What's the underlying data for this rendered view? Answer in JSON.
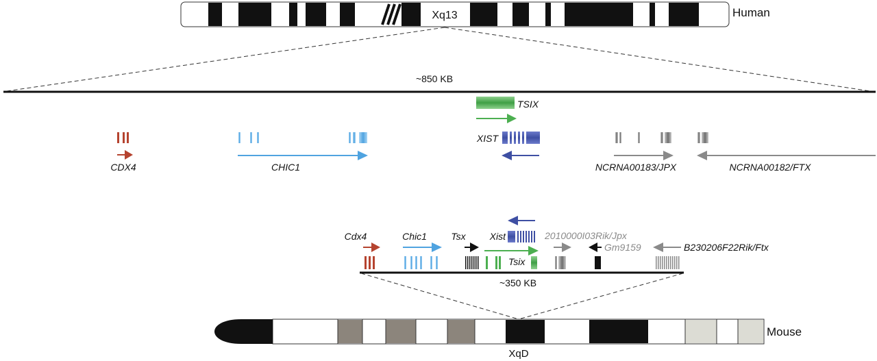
{
  "human": {
    "species_label": "Human",
    "band_label": "Xq13",
    "region_size": "~850 KB",
    "genes": {
      "tsix": "TSIX",
      "xist": "XIST",
      "cdx4": "CDX4",
      "chic1": "CHIC1",
      "jpx": "NCRNA00183/JPX",
      "ftx": "NCRNA00182/FTX"
    }
  },
  "mouse": {
    "species_label": "Mouse",
    "band_label": "XqD",
    "region_size": "~350 KB",
    "genes": {
      "cdx4": "Cdx4",
      "chic1": "Chic1",
      "tsx": "Tsx",
      "xist": "Xist",
      "tsix": "Tsix",
      "jpx": "2010000I03Rik/Jpx",
      "gm9159": "Gm9159",
      "ftx": "B230206F22Rik/Ftx"
    }
  },
  "colors": {
    "cdx4": "#b5432f",
    "chic1": "#4fa3e0",
    "tsix": "#4caf50",
    "xist": "#3e4fa3",
    "gray_gene": "#8a8a8a",
    "tsx": "#111111",
    "band_black": "#111111",
    "band_gray": "#8c857c",
    "band_light": "#dcdcd4"
  }
}
